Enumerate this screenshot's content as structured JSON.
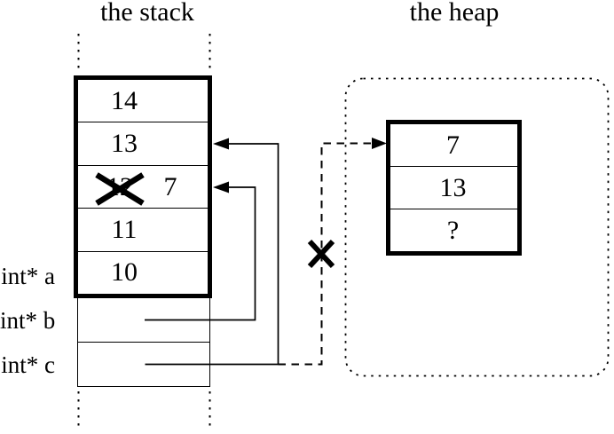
{
  "colors": {
    "ink": "#000000",
    "background": "#ffffff"
  },
  "stack": {
    "title": "the stack",
    "cells": [
      {
        "value": "14"
      },
      {
        "value": "13"
      },
      {
        "old_value": "12",
        "new_value": "7",
        "crossed_out": true
      },
      {
        "value": "11"
      },
      {
        "value": "10"
      }
    ],
    "pointer_labels": [
      "int* a",
      "int* b",
      "int* c"
    ]
  },
  "heap": {
    "title": "the heap",
    "cells": [
      {
        "value": "7"
      },
      {
        "value": "13"
      },
      {
        "value": "?"
      }
    ]
  },
  "pointers": [
    {
      "from": "int* b",
      "to": "stack-cell-overwritten",
      "style": "solid"
    },
    {
      "from": "int* c",
      "to": "stack-cell-13",
      "style": "solid"
    },
    {
      "from": "int* c",
      "to": "heap-block-cell-7",
      "style": "dashed",
      "crossed_out": true
    }
  ]
}
